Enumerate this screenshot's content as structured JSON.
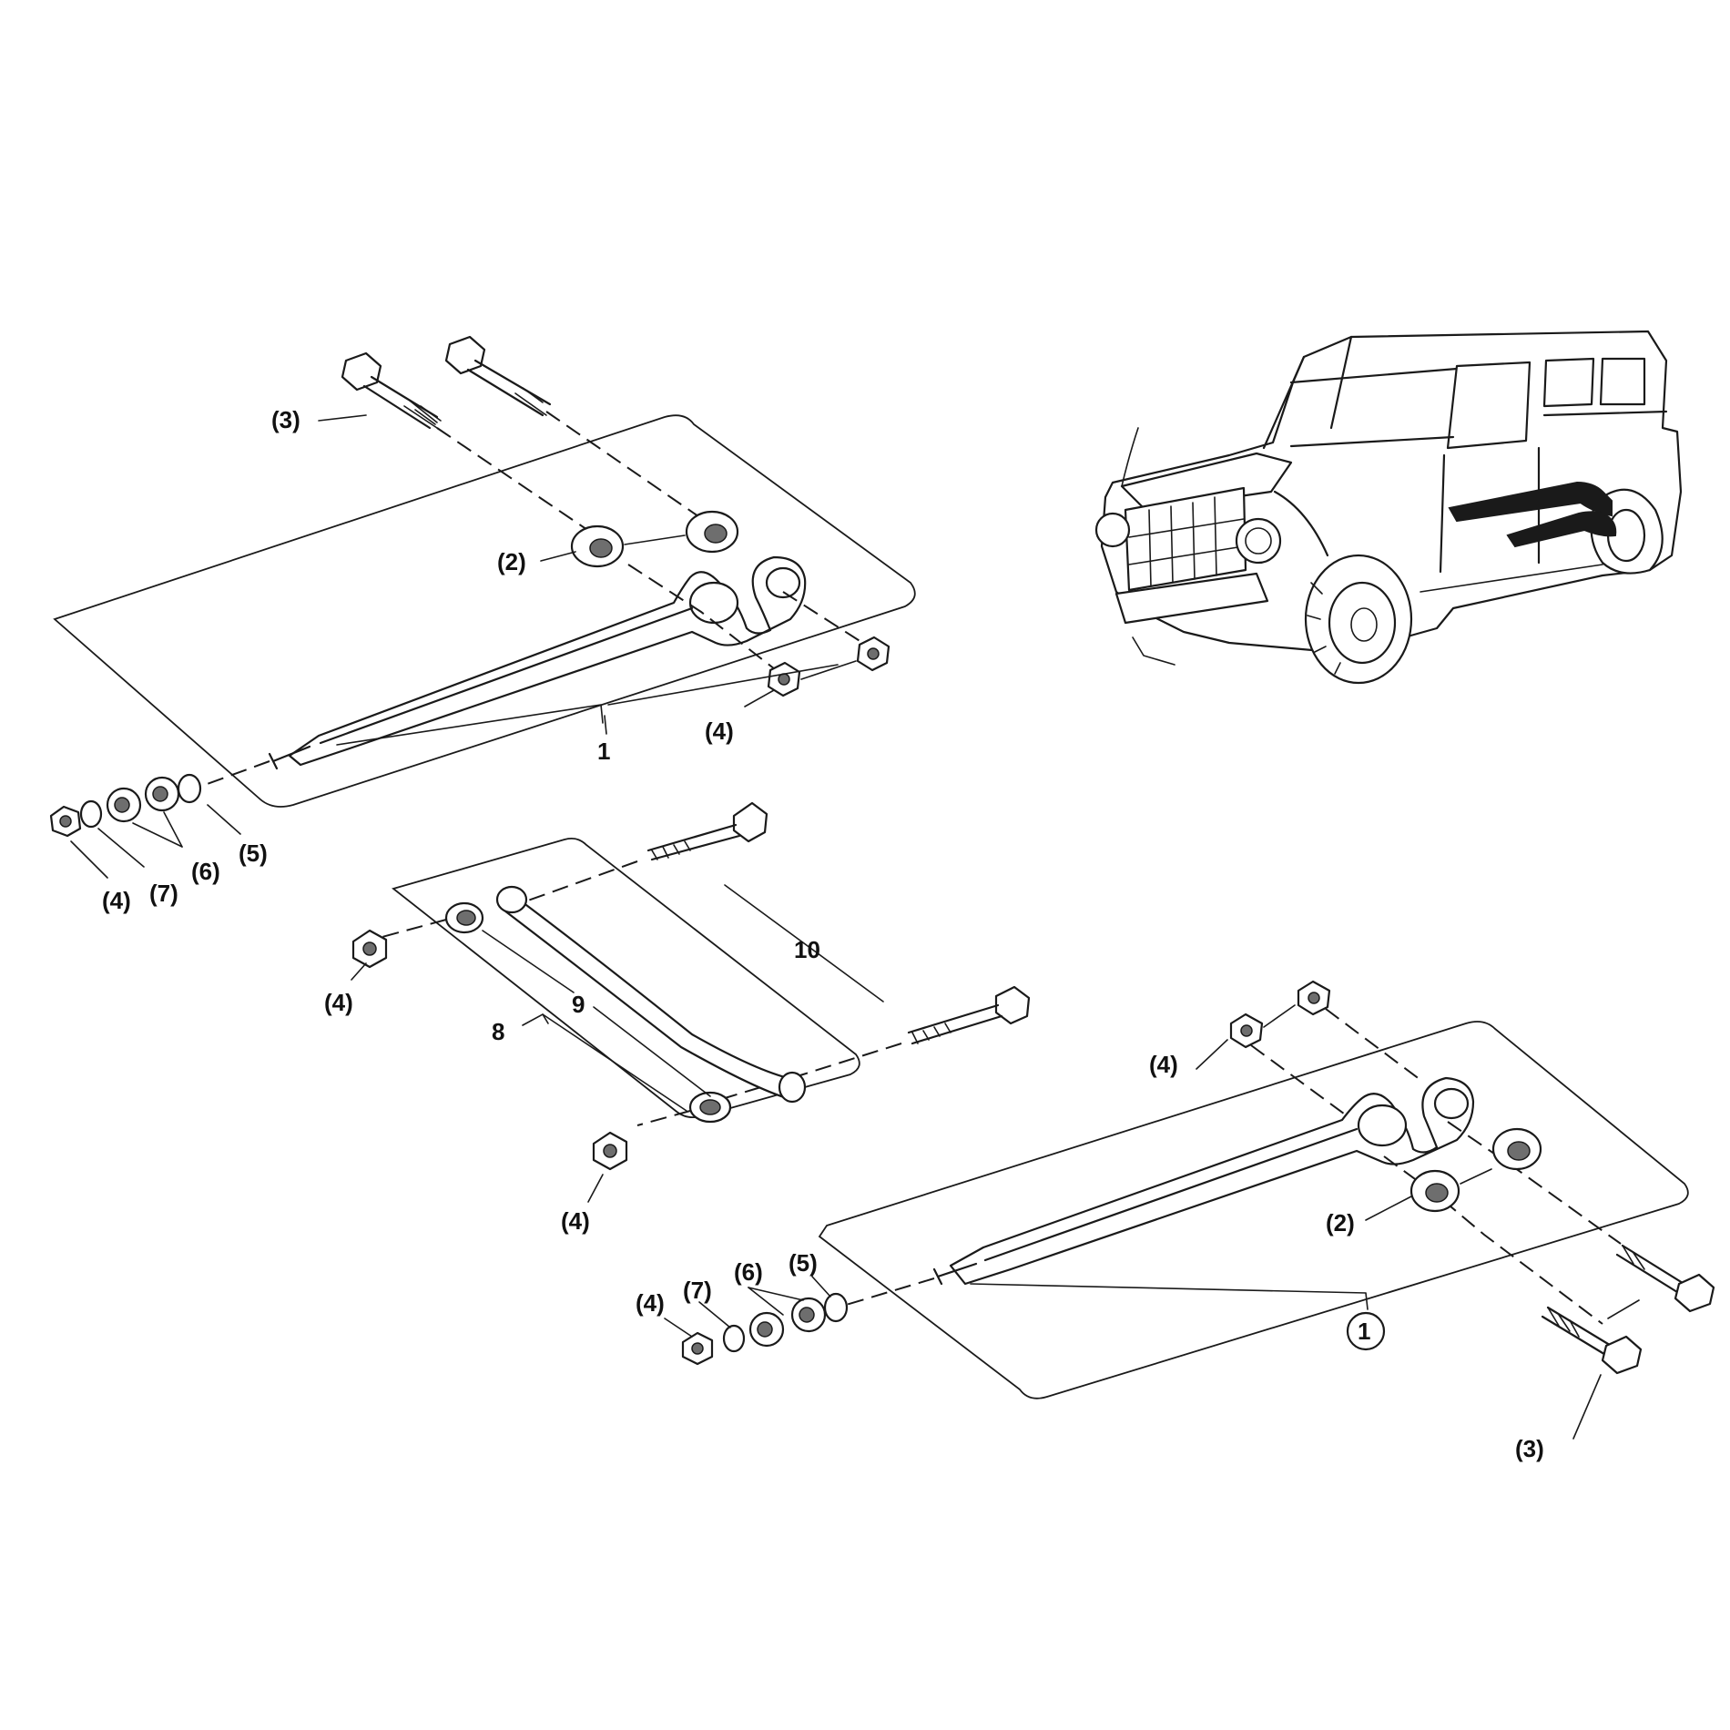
{
  "labels": {
    "trailing_arm": "1",
    "trailing_arm_circled": "1",
    "bushing": "(2)",
    "bolt": "(3)",
    "nut": "(4)",
    "washer_5": "(5)",
    "rubber_6": "(6)",
    "washer_7": "(7)",
    "panhard_rod_assembly": "8",
    "panhard_rod_bushing": "9",
    "panhard_bolt": "10"
  },
  "colors": {
    "ink": "#1a1a1a",
    "highlight": "#1a1a1a",
    "paper": "#ffffff"
  }
}
